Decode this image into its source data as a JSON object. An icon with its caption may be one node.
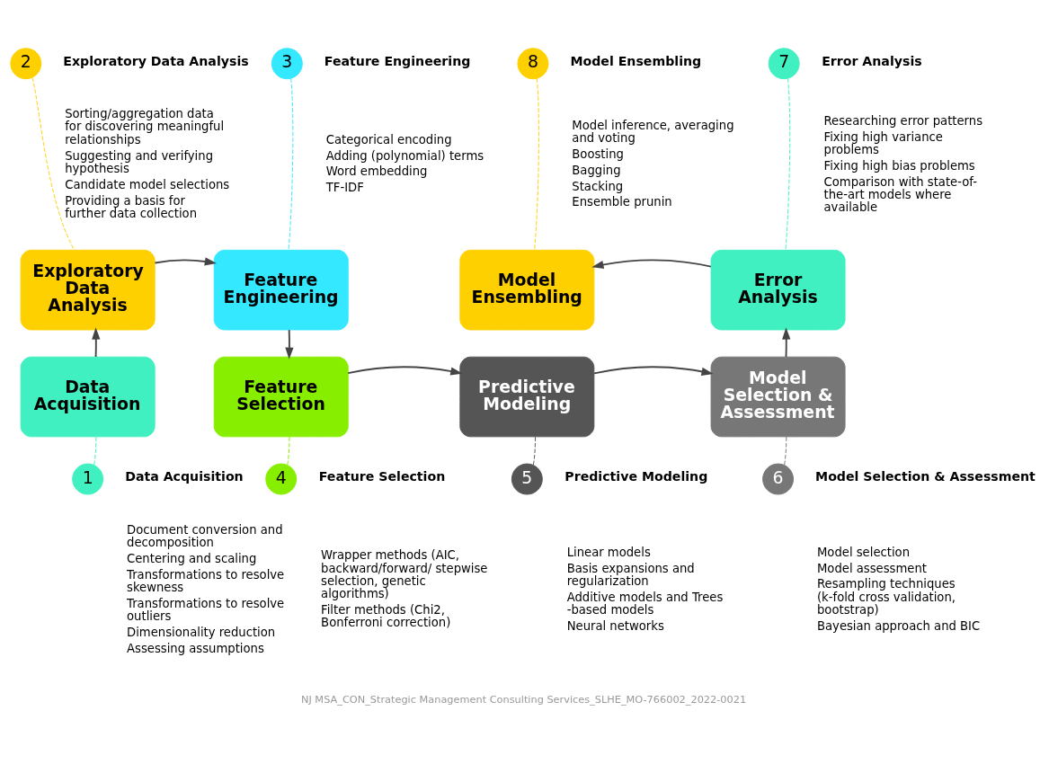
{
  "diagram": {
    "nodes": [
      {
        "text": [
          "Data Acquisition"
        ]
      },
      {
        "text": [
          "Exploratory Data Analysis"
        ]
      },
      {
        "text": [
          "Feature Engineering"
        ]
      },
      {
        "text": [
          "Feature Selection"
        ]
      },
      {
        "text": [
          "Predictive Modeling"
        ]
      },
      {
        "text": [
          "Model Selection & Assessment"
        ]
      },
      {
        "text": [
          "Error Analysis"
        ]
      },
      {
        "text": [
          "Model Ensembling"
        ]
      },
      {
        "text": [
          "1"
        ],
        "beside": [
          "Data Acquisition",
          "Document conversion and decomposition",
          "Centering and scaling",
          "Transformations to resolve skewness",
          "Transformations to resolve outliers",
          "Dimensionality reduction",
          "Assessing assumptions"
        ]
      },
      {
        "text": [
          "2"
        ],
        "beside": [
          "Exploratory Data Analysis",
          "Sorting/aggregation data for discovering meaningful relationships",
          "Suggesting and verifying hypothesis",
          "Candidate model selections",
          "Providing a basis for further data collection"
        ]
      },
      {
        "text": [
          "3"
        ],
        "beside": [
          "Feature Engineering",
          "Categorical encoding",
          "Adding (polynomial) terms",
          "Word embedding",
          "TF-IDF"
        ]
      },
      {
        "text": [
          "4"
        ],
        "beside": [
          "Feature Selection",
          "Wrapper methods (AIC, backward/forward/ stepwise selection, genetic algorithms)",
          "Filter methods (Chi2, Bonferroni correction)"
        ]
      },
      {
        "text": [
          "5"
        ],
        "beside": [
          "Predictive Modeling",
          "Linear models",
          "Basis expansions and regularization",
          "Additive models and Trees -based models",
          "Neural networks"
        ]
      },
      {
        "text": [
          "6"
        ],
        "beside": [
          "Model Selection & Assessment",
          "Model selection",
          "Model assessment",
          "Resampling techniques (k-fold cross validation, bootstrap)",
          "Bayesian approach and BIC"
        ]
      },
      {
        "text": [
          "7"
        ],
        "beside": [
          "Error Analysis",
          "Researching error patterns",
          "Fixing high variance problems",
          "Fixing high bias problems",
          "Comparison with state-of-the-art models where available"
        ]
      },
      {
        "text": [
          "8"
        ],
        "beside": [
          "Model Ensembling",
          "Model inference, averaging and voting",
          "Boosting",
          "Bagging",
          "Stacking",
          "Ensemble prunin"
        ]
      }
    ],
    "edges": [
      {
        "from": 0,
        "to": 1,
        "arrow": "to"
      },
      {
        "from": 1,
        "to": 2,
        "arrow": "to"
      },
      {
        "from": 2,
        "to": 3,
        "arrow": "to"
      },
      {
        "from": 3,
        "to": 4,
        "arrow": "to"
      },
      {
        "from": 4,
        "to": 5,
        "arrow": "to"
      },
      {
        "from": 5,
        "to": 6,
        "arrow": "to"
      },
      {
        "from": 6,
        "to": 7,
        "arrow": "to"
      },
      {
        "from": 8,
        "to": 0,
        "arrow": "none",
        "style": "dashed",
        "color": "#40f0c0"
      },
      {
        "from": 9,
        "to": 1,
        "arrow": "none",
        "style": "dashed",
        "color": "#ffd000"
      },
      {
        "from": 10,
        "to": 2,
        "arrow": "none",
        "style": "dashed",
        "color": "#33e8ff"
      },
      {
        "from": 11,
        "to": 3,
        "arrow": "none",
        "style": "dashed",
        "color": "#88ee00"
      },
      {
        "from": 12,
        "to": 4,
        "arrow": "none",
        "style": "dashed",
        "color": "#555555"
      },
      {
        "from": 13,
        "to": 5,
        "arrow": "none",
        "style": "dashed",
        "color": "#777777"
      },
      {
        "from": 14,
        "to": 6,
        "arrow": "none",
        "style": "dashed",
        "color": "#40f0c0"
      },
      {
        "from": 15,
        "to": 7,
        "arrow": "none",
        "style": "dashed",
        "color": "#ffd000"
      }
    ],
    "labels": [
      "NJ MSA_CON_Strategic Management Consulting Services_SLHE_MO-766002_2022-0021"
    ]
  }
}
